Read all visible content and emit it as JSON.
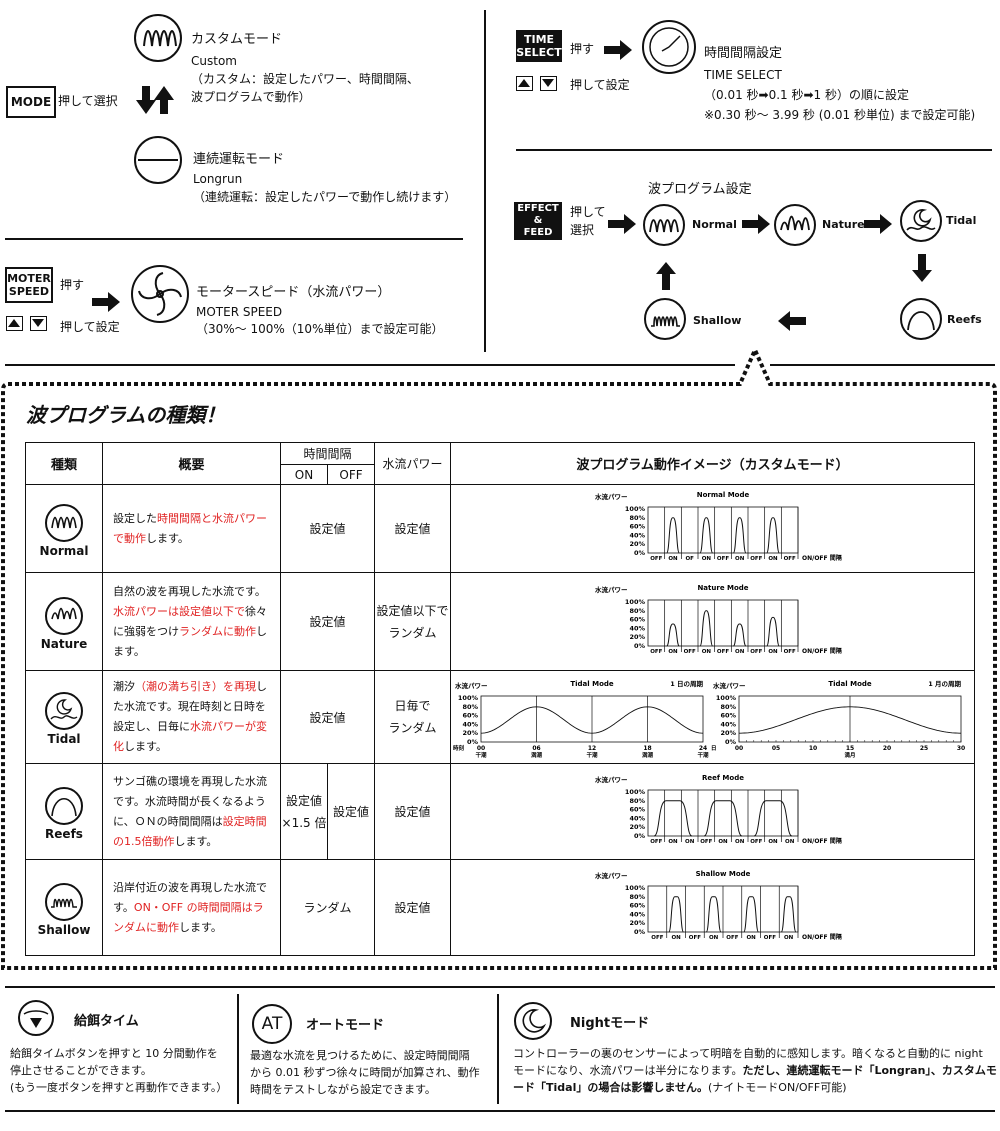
{
  "mode_section": {
    "mode_key": "MODE",
    "press_select": "押して選択",
    "custom_title": "カスタムモード",
    "custom_en": "Custom",
    "custom_desc1": "（カスタム：設定したパワー、時間間隔、",
    "custom_desc2": "波プログラムで動作）",
    "longrun_title": "連続運転モード",
    "longrun_en": "Longrun",
    "longrun_desc": "（連続運転：設定したパワーで動作し続けます）"
  },
  "motor_section": {
    "key_line1": "MOTER",
    "key_line2": "SPEED",
    "press": "押す",
    "press_set": "押して設定",
    "title": "モータースピード（水流パワー）",
    "en": "MOTER SPEED",
    "desc": "（30%～ 100%（10%単位）まで設定可能）"
  },
  "time_section": {
    "key_line1": "TIME",
    "key_line2": "SELECT",
    "press": "押す",
    "press_set": "押して設定",
    "title": "時間間隔設定",
    "en": "TIME SELECT",
    "desc1": "（0.01 秒➡0.1 秒➡1 秒）の順に設定",
    "desc2": "※0.30 秒～ 3.99 秒 (0.01 秒単位) まで設定可能)"
  },
  "effect_section": {
    "title": "波プログラム設定",
    "key_line1": "EFFECT",
    "key_line2": "&",
    "key_line3": "FEED",
    "press": "押して",
    "select": "選択",
    "normal": "Normal",
    "nature": "Nature",
    "tidal": "Tidal",
    "reefs": "Reefs",
    "shallow": "Shallow"
  },
  "wave_types": {
    "heading": "波プログラムの種類！",
    "headers": {
      "kind": "種類",
      "summary": "概要",
      "interval": "時間間隔",
      "on": "ON",
      "off": "OFF",
      "power": "水流パワー",
      "image": "波プログラム動作イメージ（カスタムモード）"
    },
    "rows": [
      {
        "name": "Normal",
        "d1": "設定した",
        "r1": "時間間隔と水流パワーで動作",
        "d2": "します。",
        "interval": "設定値",
        "power": "設定値"
      },
      {
        "name": "Nature",
        "d1": "自然の波を再現した水流です。",
        "r1": "水流パワーは設定値以下で",
        "d2": "徐々に強弱をつけ",
        "r2": "ランダムに動作",
        "d3": "します。",
        "interval": "設定値",
        "power1": "設定値以下で",
        "power2": "ランダム"
      },
      {
        "name": "Tidal",
        "d1": "潮汐",
        "r1": "（潮の満ち引き）を再現",
        "d2": "した水流です。現在時刻と日時を設定し、日毎に",
        "r2": "水流パワーが変化",
        "d3": "します。",
        "interval": "設定値",
        "power1": "日毎で",
        "power2": "ランダム"
      },
      {
        "name": "Reefs",
        "d1": "サンゴ礁の環境を再現した水流です。水流時間が長くなるように、ＯＮの時間間隔は",
        "r1": "設定時間の1.5倍動作",
        "d2": "します。",
        "on1": "設定値",
        "on2": "×1.5 倍",
        "off": "設定値",
        "power": "設定値"
      },
      {
        "name": "Shallow",
        "d1": "沿岸付近の波を再現した水流です。",
        "r1": "ON・OFF の時間間隔はランダムに動作",
        "d2": "します。",
        "interval": "ランダム",
        "power": "設定値"
      }
    ]
  },
  "chart_data": [
    {
      "type": "line",
      "title": "Normal Mode",
      "ylabel": "水流パワー",
      "yticks": [
        "100%",
        "80%",
        "60%",
        "40%",
        "20%",
        "0%"
      ],
      "xlabels": [
        "OFF",
        "ON",
        "OF",
        "ON",
        "OFF",
        "ON",
        "OFF",
        "ON",
        "OFF"
      ],
      "xtrail": "ON/OFF 間隔",
      "series": [
        {
          "values": [
            0,
            80,
            0,
            80,
            0,
            80,
            0,
            80,
            0
          ]
        }
      ]
    },
    {
      "type": "line",
      "title": "Nature Mode",
      "ylabel": "水流パワー",
      "yticks": [
        "100%",
        "80%",
        "60%",
        "40%",
        "20%",
        "0%"
      ],
      "xlabels": [
        "OFF",
        "ON",
        "OFF",
        "ON",
        "OFF",
        "ON",
        "OFF",
        "ON",
        "OFF"
      ],
      "xtrail": "ON/OFF 間隔",
      "series": [
        {
          "values": [
            0,
            50,
            0,
            80,
            0,
            50,
            0,
            65,
            0
          ]
        }
      ]
    },
    {
      "type": "line",
      "title": "Tidal Mode",
      "period": "1 日の周期",
      "ylabel": "水流パワー",
      "yticks": [
        "100%",
        "80%",
        "60%",
        "40%",
        "20%",
        "0%"
      ],
      "xlabels": [
        "00",
        "06",
        "12",
        "18",
        "24"
      ],
      "xsub": [
        "干潮",
        "満潮",
        "干潮",
        "満潮",
        "干潮"
      ],
      "xprefix": "時刻",
      "series": [
        {
          "values": [
            20,
            80,
            20,
            80,
            20
          ]
        }
      ]
    },
    {
      "type": "line",
      "title": "Tidal Mode",
      "period": "1 月の周期",
      "ylabel": "水流パワー",
      "yticks": [
        "100%",
        "80%",
        "60%",
        "40%",
        "20%",
        "0%"
      ],
      "xlabels": [
        "00",
        "05",
        "10",
        "15",
        "20",
        "25",
        "30"
      ],
      "xsub15": "満月",
      "xprefix": "日",
      "series": [
        {
          "values": [
            20,
            80,
            20
          ]
        }
      ]
    },
    {
      "type": "line",
      "title": "Reef Mode",
      "ylabel": "水流パワー",
      "yticks": [
        "100%",
        "80%",
        "60%",
        "40%",
        "20%",
        "0%"
      ],
      "xlabels": [
        "OFF",
        "ON",
        "ON",
        "OFF",
        "ON",
        "ON",
        "OFF",
        "ON",
        "ON"
      ],
      "xtrail": "ON/OFF 間隔",
      "series": [
        {
          "values": [
            0,
            80,
            0,
            80,
            0,
            80,
            0
          ]
        }
      ]
    },
    {
      "type": "line",
      "title": "Shallow Mode",
      "ylabel": "水流パワー",
      "yticks": [
        "100%",
        "80%",
        "60%",
        "40%",
        "20%",
        "0%"
      ],
      "xlabels": [
        "OFF",
        "ON",
        "OFF",
        "ON",
        "OFF",
        "ON",
        "OFF",
        "ON"
      ],
      "xtrail": "ON/OFF 間隔",
      "series": [
        {
          "values": [
            0,
            80,
            0,
            80,
            0,
            80,
            0,
            80
          ]
        }
      ]
    }
  ],
  "footer": {
    "feed_title": "給餌タイム",
    "feed_desc1": "給餌タイムボタンを押すと 10 分間動作を",
    "feed_desc2": "停止させることができます。",
    "feed_desc3": "(もう一度ボタンを押すと再動作できます。）",
    "auto_icon": "AT",
    "auto_title": "オートモード",
    "auto_desc1": "最適な水流を見つけるために、設定時間間隔",
    "auto_desc2": "から 0.01 秒ずつ徐々に時間が加算され、動作",
    "auto_desc3": "時間をテストしながら設定できます。",
    "night_title": "Nightモード",
    "night_desc1": "コントローラーの裏のセンサーによって明暗を自動的に感知します。暗くなると自動的に night",
    "night_desc2a": "モードになり、水流パワーは半分になります。",
    "night_desc2b": "ただし、連続運転モード「Longran」、カスタムモ",
    "night_desc3a": "ード「Tidal」の場合は影響しません。",
    "night_desc3b": "(ナイトモードON/OFF可能)"
  }
}
